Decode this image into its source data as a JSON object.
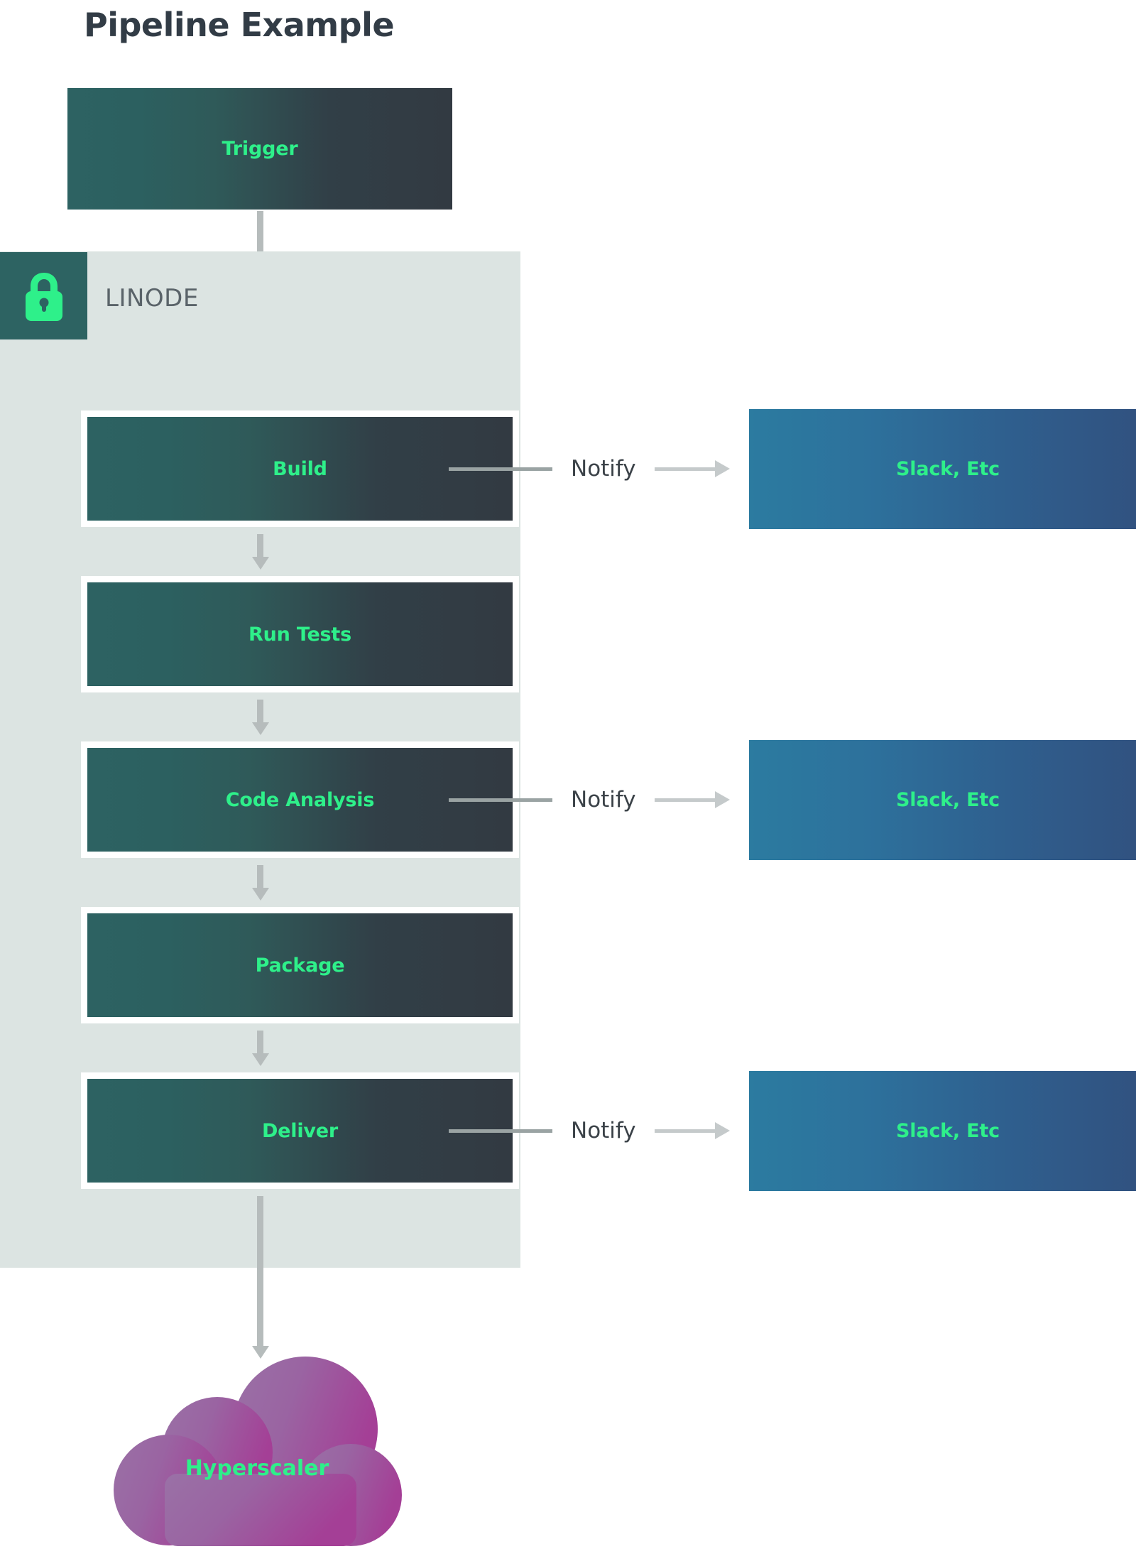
{
  "title": "Pipeline Example",
  "zone": {
    "name": "LINODE",
    "icon": "lock-icon",
    "bg_color": "#dce4e2",
    "badge_color": "#2d6362",
    "badge_icon_color": "#2ef08a"
  },
  "trigger": {
    "label": "Trigger"
  },
  "stages": [
    {
      "label": "Build"
    },
    {
      "label": "Run Tests"
    },
    {
      "label": "Code Analysis"
    },
    {
      "label": "Package"
    },
    {
      "label": "Deliver"
    }
  ],
  "notifications": [
    {
      "label": "Notify",
      "target": "Slack, Etc",
      "from_stage": "Build"
    },
    {
      "label": "Notify",
      "target": "Slack, Etc",
      "from_stage": "Code Analysis"
    },
    {
      "label": "Notify",
      "target": "Slack, Etc",
      "from_stage": "Deliver"
    }
  ],
  "targets": [
    {
      "label": "Slack, Etc"
    },
    {
      "label": "Slack, Etc"
    },
    {
      "label": "Slack, Etc"
    }
  ],
  "cloud": {
    "label": "Hyperscaler"
  },
  "colors": {
    "node_text": "#2ef08a",
    "title_text": "#323c46",
    "stage_gradient_start": "#2d6262",
    "stage_gradient_end": "#323a42",
    "target_gradient_start": "#2c7ba0",
    "target_gradient_end": "#31517f",
    "zone_bg": "#dce4e2",
    "arrow": "#b6bcbc",
    "cloud_start": "#9b6ba3",
    "cloud_end": "#a0479a",
    "notify_text": "#3b4248",
    "zone_label": "#5a6369"
  }
}
